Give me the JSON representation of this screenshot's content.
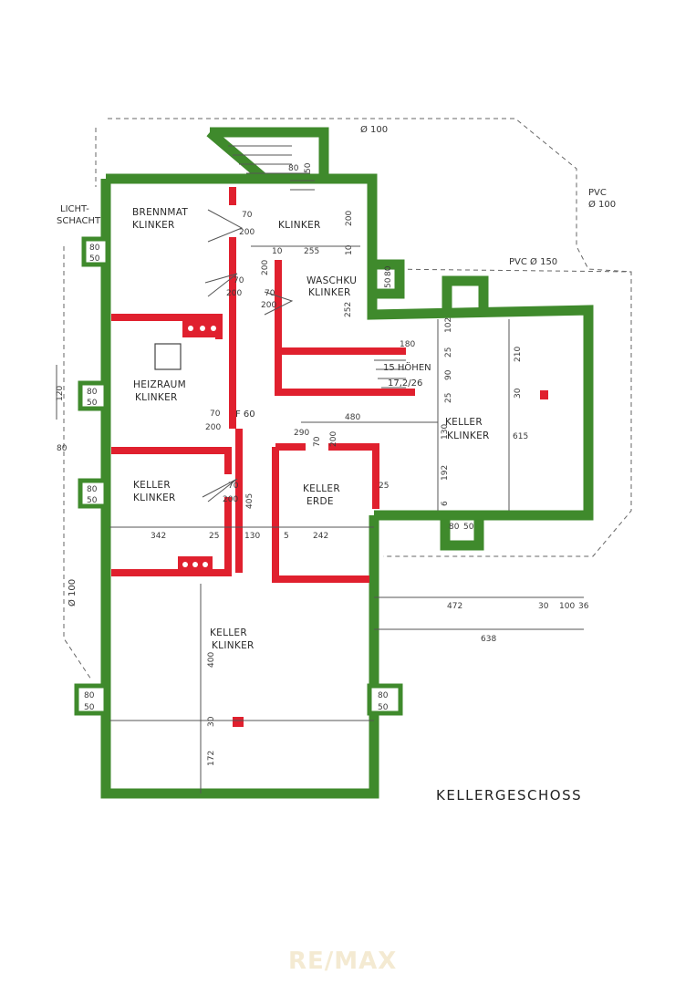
{
  "plan": {
    "title": "KELLERGESCHOSS",
    "watermark": "RE/MAX",
    "colors": {
      "wall": "#3f8a2c",
      "new_wall": "#e0202e",
      "line": "#555555"
    },
    "rooms": {
      "brennmat": {
        "name": "BRENNMAT",
        "floor": "KLINKER"
      },
      "klinker_top": {
        "name": "",
        "floor": "KLINKER"
      },
      "waschku": {
        "name": "WASCHKU",
        "floor": "KLINKER"
      },
      "heizraum": {
        "name": "HEIZRAUM",
        "floor": "KLINKER"
      },
      "keller_east": {
        "name": "KELLER",
        "floor": "KLINKER"
      },
      "keller_west": {
        "name": "KELLER",
        "floor": "KLINKER"
      },
      "keller_erde": {
        "name": "KELLER",
        "floor": "ERDE"
      },
      "keller_south": {
        "name": "KELLER",
        "floor": "KLINKER"
      }
    },
    "annotations": {
      "lichtschacht_1": "LICHT-",
      "lichtschacht_2": "SCHACHT",
      "pvc_100_1": "PVC",
      "pvc_100_2": "Ø 100",
      "pvc_150": "PVC   Ø 150",
      "d100_top": "Ø 100",
      "d100_left": "Ø 100",
      "stair_note": "15 HÖHEN",
      "stair_note2": "17,2/26",
      "f60": "F 60"
    },
    "dims": {
      "d70a": "70",
      "d200a": "200",
      "d10": "10",
      "d255": "255",
      "d10b": "10",
      "d200b": "200",
      "d70b": "70",
      "d200c": "200",
      "d200d": "200",
      "d70c": "70",
      "d200e": "200",
      "d252": "252",
      "d102": "102",
      "d180": "180",
      "d25a": "25",
      "d90": "90",
      "d25b": "25",
      "d210": "210",
      "d30a": "30",
      "d480": "480",
      "d70d": "70",
      "d200f": "200",
      "d290": "290",
      "d70e": "70",
      "d200g": "200",
      "d130a": "130",
      "d615": "615",
      "d192": "192",
      "d6": "6",
      "d25c": "25",
      "d70f": "70",
      "d200h": "200",
      "d405": "405",
      "d342": "342",
      "d25d": "25",
      "d130b": "130",
      "d5": "5",
      "d242": "242",
      "d472": "472",
      "d30b": "30",
      "d100": "100",
      "d36": "36",
      "d638": "638",
      "d400": "400",
      "d30c": "30",
      "d172": "172",
      "d120": "120",
      "d80": "80",
      "w80a": "80",
      "w50a": "50",
      "w80b": "80",
      "w50b": "50",
      "w80c": "80",
      "w50c": "50",
      "w80d": "80",
      "w50d": "50",
      "w80e": "80",
      "w50e": "50",
      "w80f": "80",
      "w50f": "50",
      "w80g": "80",
      "w50g": "50",
      "w80h": "80",
      "w50h": "50"
    }
  }
}
